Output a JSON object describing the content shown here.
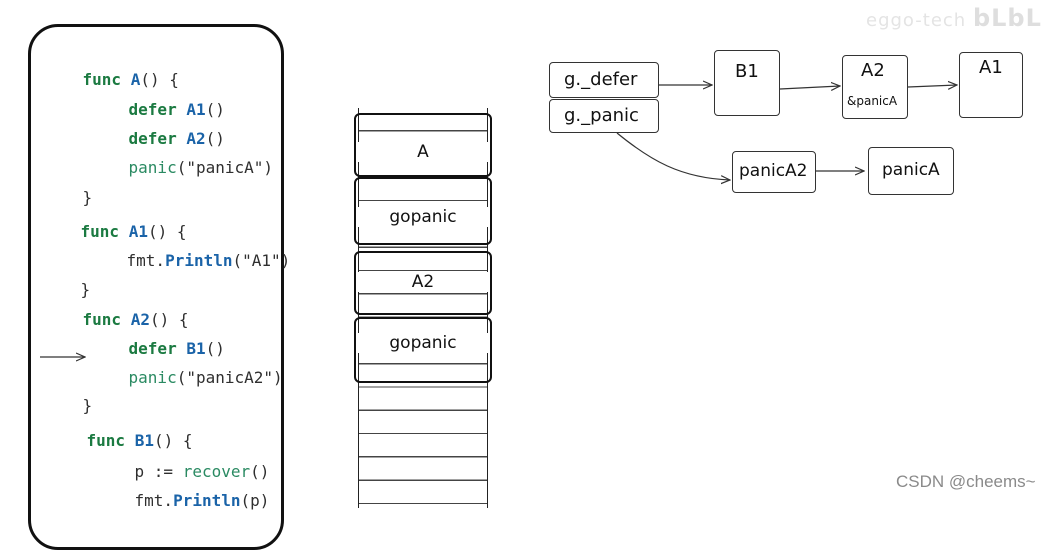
{
  "code": {
    "lines": [
      {
        "kw": "func",
        "fn": "A",
        "rest": "() {"
      },
      {
        "kw": "defer",
        "fn": "A1",
        "rest": "()"
      },
      {
        "kw": "defer",
        "fn": "A2",
        "rest": "()"
      },
      {
        "call": "panic",
        "rest": "(\"panicA\")"
      },
      {
        "rest": "}"
      },
      {
        "kw": "func",
        "fn": "A1",
        "rest": "() {"
      },
      {
        "pre": "fmt.",
        "fn": "Println",
        "rest": "(\"A1\")"
      },
      {
        "rest": "}"
      },
      {
        "kw": "func",
        "fn": "A2",
        "rest": "() {"
      },
      {
        "kw": "defer",
        "fn": "B1",
        "rest": "()"
      },
      {
        "call": "panic",
        "rest": "(\"panicA2\")"
      },
      {
        "rest": "}"
      },
      {
        "kw": "func",
        "fn": "B1",
        "rest": "() {"
      },
      {
        "pre": "p := ",
        "call": "recover",
        "rest": "()"
      },
      {
        "pre": "fmt.",
        "fn": "Println",
        "rest": "(p)"
      }
    ]
  },
  "stack": {
    "frames": [
      "A",
      "gopanic",
      "A2",
      "gopanic"
    ]
  },
  "lists": {
    "g_defer": "g._defer",
    "g_panic": "g._panic",
    "defer_nodes": [
      "B1",
      "A2",
      "A1"
    ],
    "a2_sub": "&panicA",
    "panic_nodes": [
      "panicA2",
      "panicA"
    ]
  },
  "watermark": {
    "bottom": "CSDN @cheems~",
    "top_small": "eggo-tech",
    "top_big": "bLbL"
  }
}
